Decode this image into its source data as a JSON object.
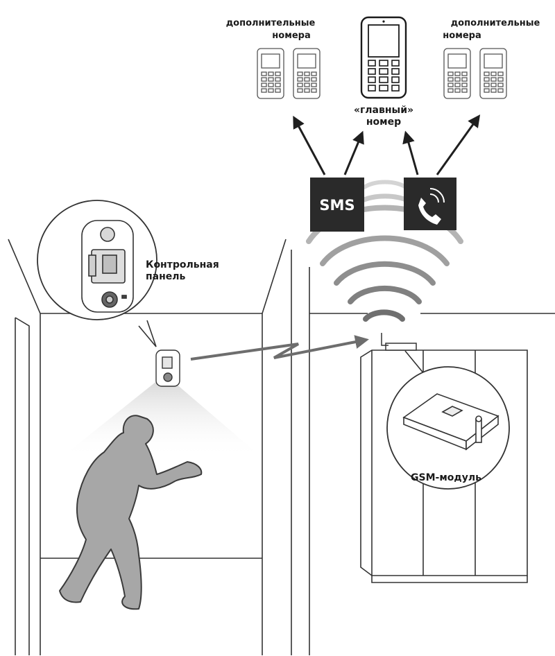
{
  "labels": {
    "extra_numbers_left_line1": "дополнительные",
    "extra_numbers_left_line2": "номера",
    "extra_numbers_right_line1": "дополнительные",
    "extra_numbers_right_line2": "номера",
    "main_number_line1": "«главный»",
    "main_number_line2": "номер",
    "control_panel_line1": "Контрольная",
    "control_panel_line2": "панель",
    "gsm_module": "GSM-модуль",
    "sms_badge": "SMS"
  },
  "icons": {
    "phone_badge": "phone-call-icon",
    "phone": "mobile-phone-icon",
    "signal": "wireless-signal-icon"
  },
  "colors": {
    "line": "#222222",
    "badge_bg": "#2a2a2a",
    "signal_dark": "#707070",
    "signal_mid": "#8a8a8a",
    "signal_light": "#b8b8b8",
    "intruder": "#a7a7a7",
    "sensor_cone": "#d9d9d9"
  }
}
